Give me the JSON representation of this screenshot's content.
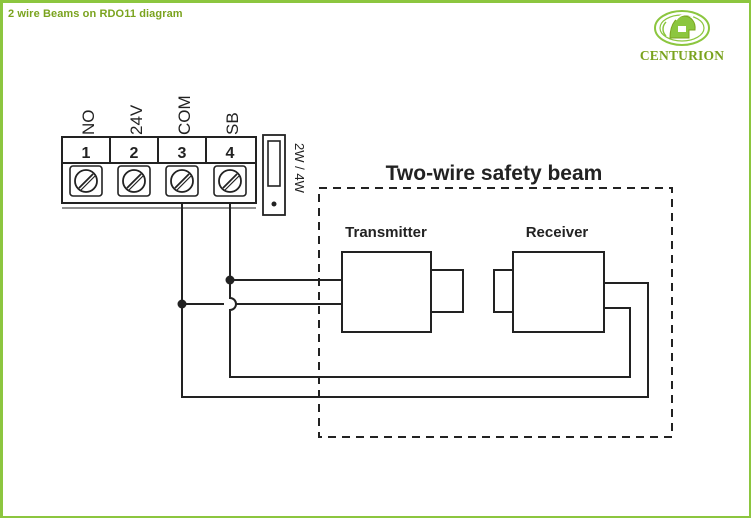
{
  "title": "2 wire Beams on RDO11 diagram",
  "logo": {
    "brand_text": "CENTURION",
    "icon": "helmet-emblem-icon",
    "color": "#7aa31e"
  },
  "frame_color": "#8cc63f",
  "terminals": [
    {
      "label": "NO",
      "number": "1"
    },
    {
      "label": "24V",
      "number": "2"
    },
    {
      "label": "COM",
      "number": "3"
    },
    {
      "label": "SB",
      "number": "4"
    }
  ],
  "jumper": {
    "label": "2W / 4W"
  },
  "beam_box": {
    "title": "Two-wire safety beam"
  },
  "transmitter": {
    "label": "Transmitter"
  },
  "receiver": {
    "label": "Receiver"
  }
}
